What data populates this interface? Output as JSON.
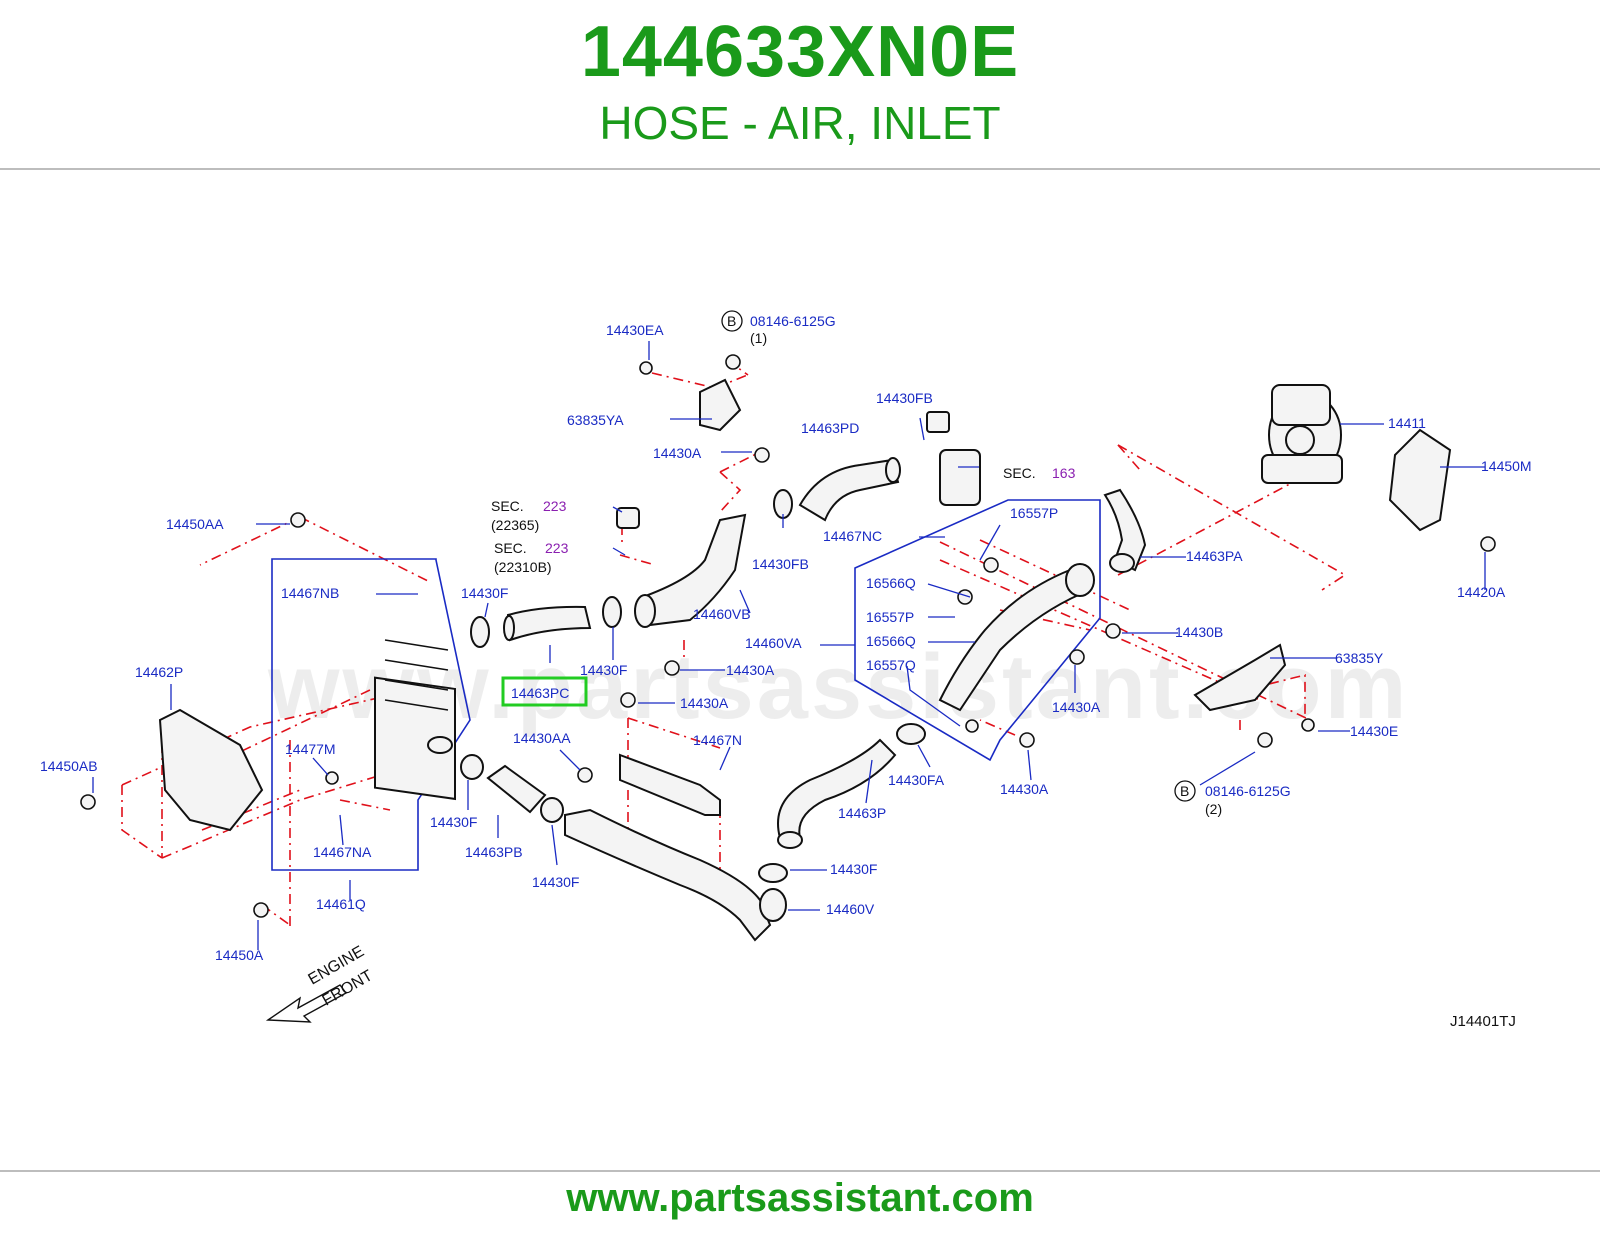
{
  "header": {
    "part_number": "144633XN0E",
    "description": "HOSE - AIR, INLET"
  },
  "diagram": {
    "watermark": "www.partsassistant.com",
    "highlighted_label": "14463PC",
    "drawing_code": "J14401TJ",
    "engine_front_1": "ENGINE",
    "engine_front_2": "FRONT",
    "labels": {
      "l14430EA": "14430EA",
      "l08146_top": "08146-6125G",
      "l08146_top_qty": "(1)",
      "lB_top": "B",
      "l63835YA": "63835YA",
      "l14430A_1": "14430A",
      "l14463PD": "14463PD",
      "l14430FB_1": "14430FB",
      "lSEC163": "SEC.",
      "lSEC163n": "163",
      "l14411": "14411",
      "l14450M": "14450M",
      "l14450AA": "14450AA",
      "lSEC223a": "SEC.",
      "lSEC223an": "223",
      "l22365": "(22365)",
      "lSEC223b": "SEC.",
      "lSEC223bn": "223",
      "l22310B": "(22310B)",
      "l14430FB_2": "14430FB",
      "l14467NC": "14467NC",
      "l16557P_1": "16557P",
      "l14463PA": "14463PA",
      "l14420A": "14420A",
      "l14467NB": "14467NB",
      "l14430F_1": "14430F",
      "l14460VB": "14460VB",
      "l16566Q_1": "16566Q",
      "l16557P_2": "16557P",
      "l16566Q_2": "16566Q",
      "l16557Q": "16557Q",
      "l14460VA": "14460VA",
      "l14430B": "14430B",
      "l63835Y": "63835Y",
      "l14462P": "14462P",
      "l14430F_2": "14430F",
      "l14430A_2": "14430A",
      "l14430A_3": "14430A",
      "l14430A_4": "14430A",
      "l14430E": "14430E",
      "l14450AB": "14450AB",
      "l14477M": "14477M",
      "l14430AA": "14430AA",
      "l14467N": "14467N",
      "l14430FA": "14430FA",
      "l14430A_5": "14430A",
      "lB_bot": "B",
      "l08146_bot": "08146-6125G",
      "l08146_bot_qty": "(2)",
      "l14430F_3": "14430F",
      "l14463PB": "14463PB",
      "l14467NA": "14467NA",
      "l14463P": "14463P",
      "l14430F_4": "14430F",
      "l14430F_5": "14430F",
      "l14461Q": "14461Q",
      "l14460V": "14460V",
      "l14450A": "14450A"
    }
  },
  "footer": {
    "url": "www.partsassistant.com"
  },
  "colors": {
    "brand_green": "#1a9a1a",
    "label_blue": "#1a2bc4",
    "dash_red": "#e0101a",
    "highlight": "#22cc22"
  }
}
